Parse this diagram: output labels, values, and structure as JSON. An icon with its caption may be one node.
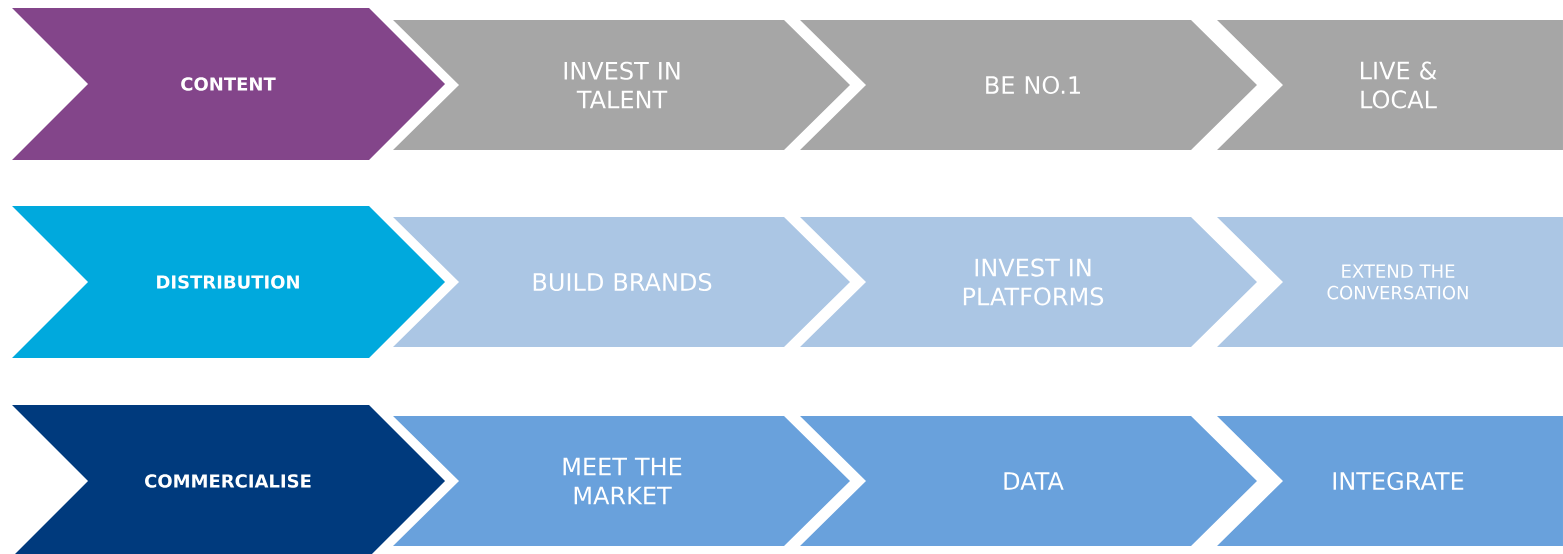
{
  "diagram": {
    "nodes": [
      {
        "text": [
          "CONTENT"
        ]
      },
      {
        "text": [
          "INVEST IN TALENT"
        ]
      },
      {
        "text": [
          "BE NO.1"
        ]
      },
      {
        "text": [
          "LIVE & LOCAL"
        ]
      },
      {
        "text": [
          "DISTRIBUTION"
        ]
      },
      {
        "text": [
          "BUILD BRANDS"
        ]
      },
      {
        "text": [
          "INVEST IN PLATFORMS"
        ]
      },
      {
        "text": [
          "EXTEND THE CONVERSATION"
        ]
      },
      {
        "text": [
          "COMMERCIALISE"
        ]
      },
      {
        "text": [
          "MEET THE MARKET"
        ]
      },
      {
        "text": [
          "DATA"
        ]
      },
      {
        "text": [
          "INTEGRATE"
        ]
      }
    ]
  }
}
